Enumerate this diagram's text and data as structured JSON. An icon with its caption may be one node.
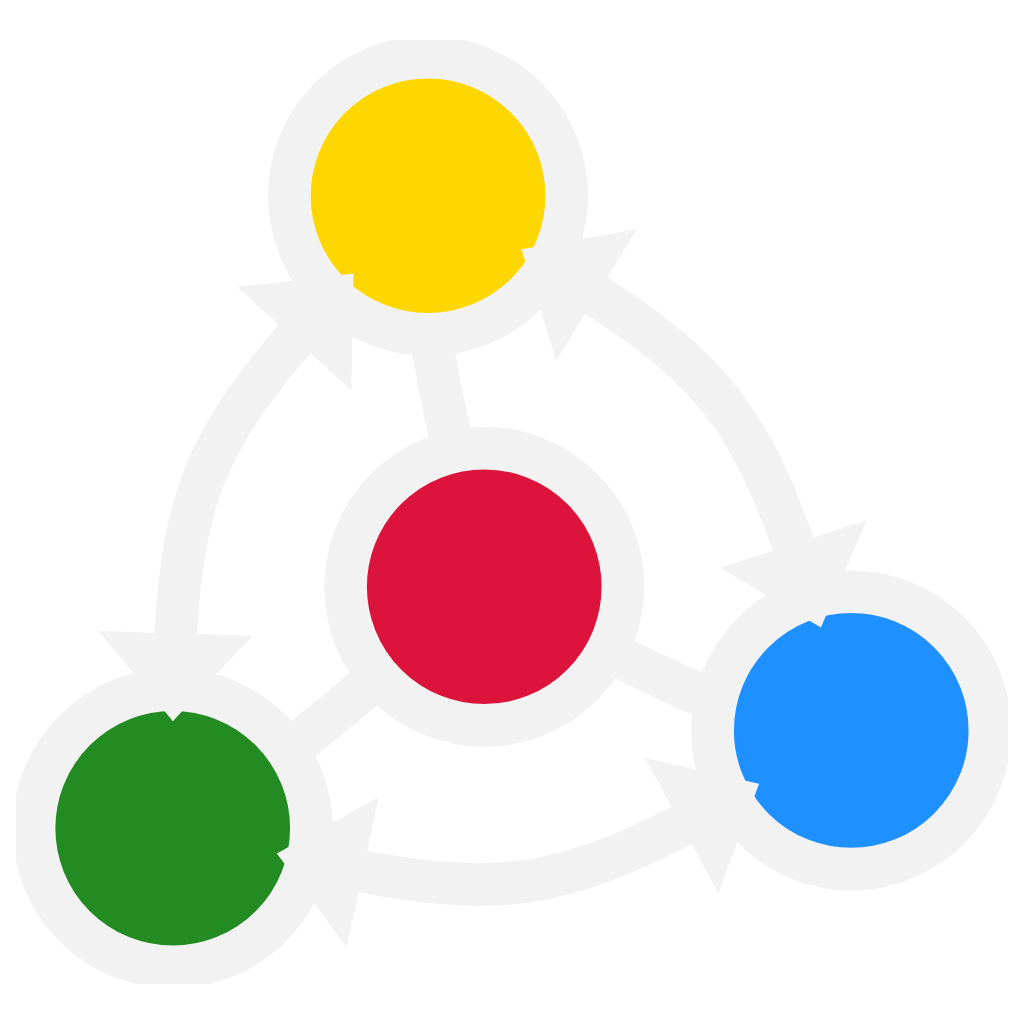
{
  "diagram": {
    "nodes": [
      {
        "text": [],
        "shape": "circle"
      },
      {
        "text": [],
        "shape": "circle"
      },
      {
        "text": [],
        "shape": "circle"
      },
      {
        "text": [],
        "shape": "circle"
      }
    ],
    "edges": [
      {
        "from": 2,
        "to": 1,
        "arrow": "none"
      },
      {
        "from": 2,
        "to": 0,
        "arrow": "none"
      },
      {
        "from": 2,
        "to": 3,
        "arrow": "none"
      },
      {
        "from": 1,
        "to": 0,
        "arrow": "both"
      },
      {
        "from": 0,
        "to": 3,
        "arrow": "both"
      },
      {
        "from": 3,
        "to": 1,
        "arrow": "both"
      }
    ]
  }
}
